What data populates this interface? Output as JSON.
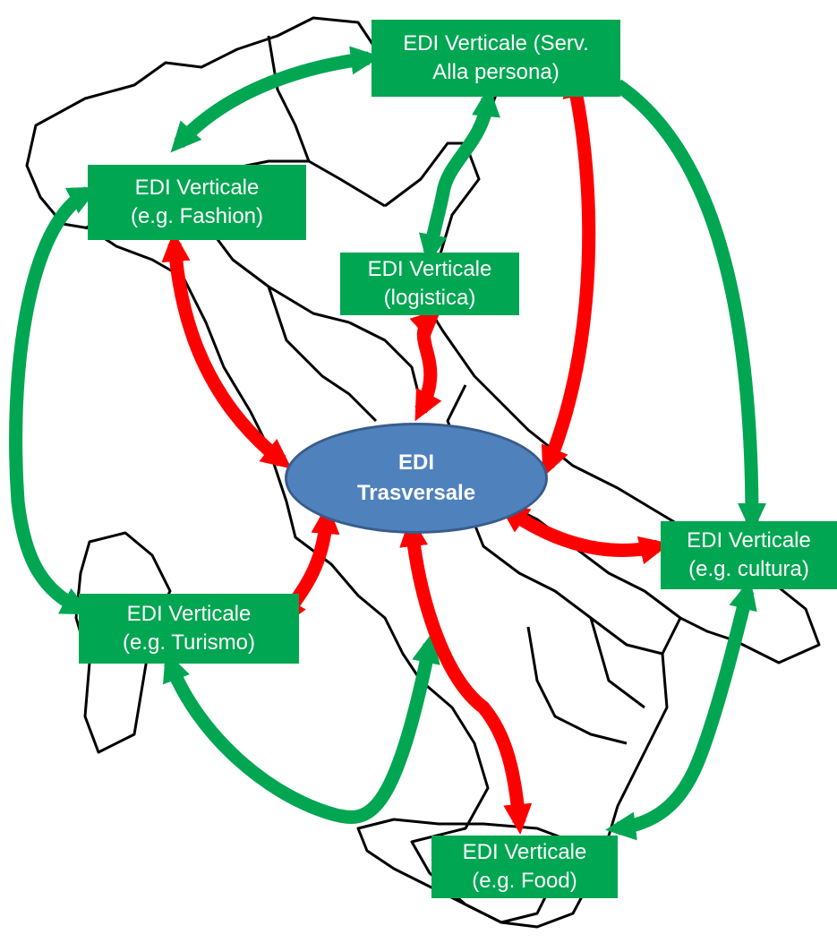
{
  "hub": {
    "line1": "EDI",
    "line2": "Trasversale"
  },
  "nodes": {
    "servizi": {
      "line1": "EDI Verticale (Serv.",
      "line2": "Alla persona)"
    },
    "fashion": {
      "line1": "EDI Verticale",
      "line2": "(e.g. Fashion)"
    },
    "logistica": {
      "line1": "EDI Verticale",
      "line2": "(logistica)"
    },
    "cultura": {
      "line1": "EDI Verticale",
      "line2": "(e.g. cultura)"
    },
    "turismo": {
      "line1": "EDI Verticale",
      "line2": "(e.g. Turismo)"
    },
    "food": {
      "line1": "EDI Verticale",
      "line2": "(e.g. Food)"
    }
  },
  "colors": {
    "node_fill": "#00a651",
    "hub_fill": "#4f81bd",
    "green_arrow": "#00a651",
    "red_arrow": "#ff0000",
    "map_outline": "#000000"
  }
}
